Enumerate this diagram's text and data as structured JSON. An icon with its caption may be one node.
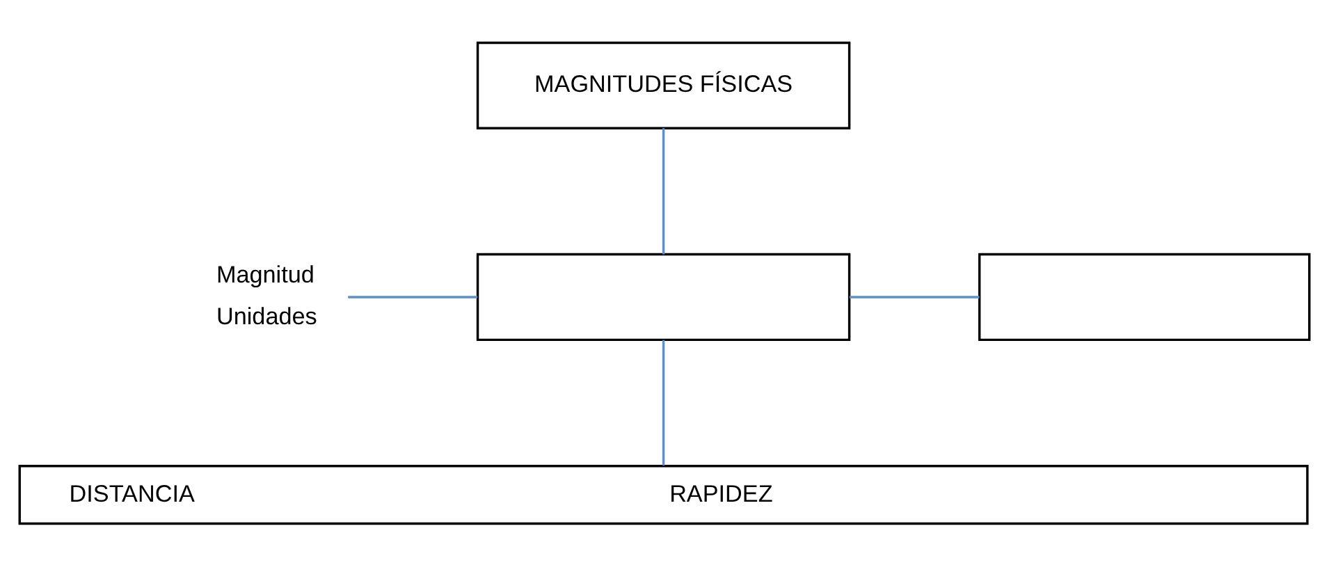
{
  "diagram": {
    "nodes": [
      {
        "text": [
          "MAGNITUDES FÍSICAS"
        ]
      },
      {
        "text": [],
        "shape": "box"
      },
      {
        "text": [],
        "shape": "box"
      },
      {
        "text": [
          "Magnitud",
          "Unidades"
        ]
      },
      {
        "text": [
          "DISTANCIA",
          "RAPIDEZ"
        ]
      }
    ],
    "edges": [
      {
        "from": 0,
        "to": 1,
        "arrow": "none"
      },
      {
        "from": 3,
        "to": 1,
        "arrow": "none"
      },
      {
        "from": 1,
        "to": 2,
        "arrow": "none"
      },
      {
        "from": 1,
        "to": 4,
        "arrow": "none"
      }
    ]
  }
}
